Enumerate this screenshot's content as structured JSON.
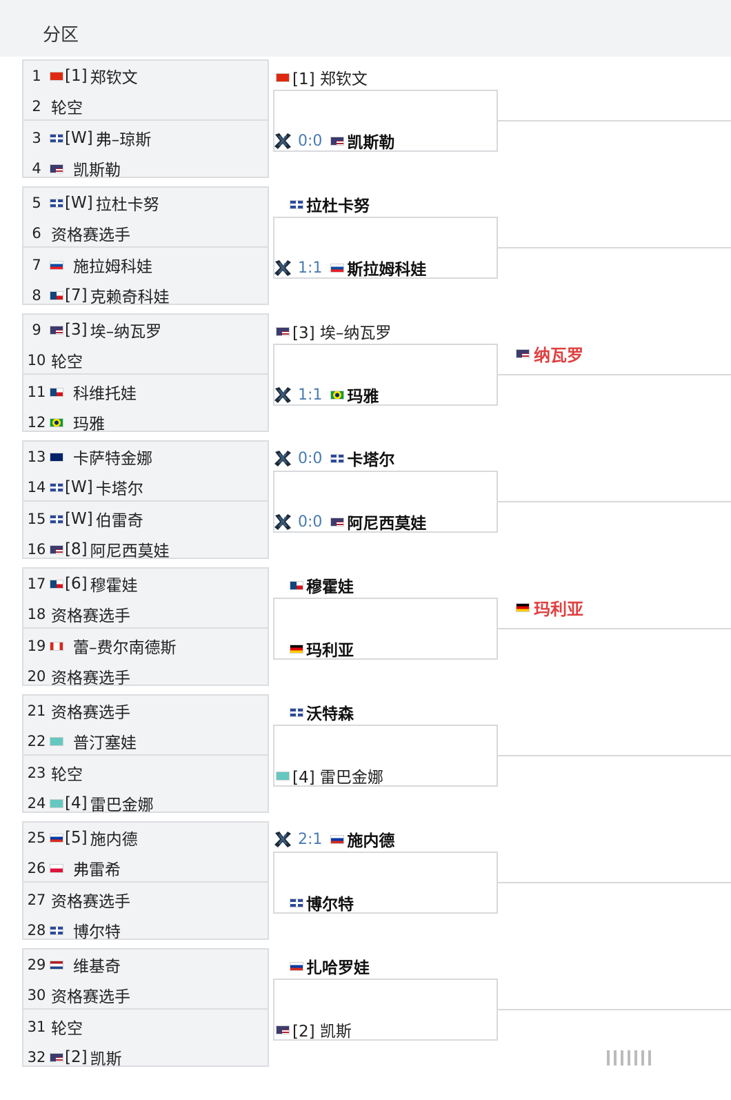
{
  "header": {
    "title": "分区"
  },
  "round1": [
    {
      "num": "1",
      "flag": "cn",
      "seed": "[1]",
      "name": "郑钦文"
    },
    {
      "num": "2",
      "flag": "",
      "seed": "",
      "name": "轮空"
    },
    {
      "num": "3",
      "flag": "gb",
      "seed": "[W]",
      "name": "弗–琼斯"
    },
    {
      "num": "4",
      "flag": "us",
      "seed": "",
      "name": "凯斯勒"
    },
    {
      "num": "5",
      "flag": "gb",
      "seed": "[W]",
      "name": "拉杜卡努"
    },
    {
      "num": "6",
      "flag": "",
      "seed": "",
      "name": "资格赛选手"
    },
    {
      "num": "7",
      "flag": "sk",
      "seed": "",
      "name": "施拉姆科娃"
    },
    {
      "num": "8",
      "flag": "cz",
      "seed": "[7]",
      "name": "克赖奇科娃"
    },
    {
      "num": "9",
      "flag": "us",
      "seed": "[3]",
      "name": "埃–纳瓦罗"
    },
    {
      "num": "10",
      "flag": "",
      "seed": "",
      "name": "轮空"
    },
    {
      "num": "11",
      "flag": "cz",
      "seed": "",
      "name": "科维托娃"
    },
    {
      "num": "12",
      "flag": "br",
      "seed": "",
      "name": "玛雅"
    },
    {
      "num": "13",
      "flag": "au",
      "seed": "",
      "name": "卡萨特金娜"
    },
    {
      "num": "14",
      "flag": "gb",
      "seed": "[W]",
      "name": "卡塔尔"
    },
    {
      "num": "15",
      "flag": "gb",
      "seed": "[W]",
      "name": "伯雷奇"
    },
    {
      "num": "16",
      "flag": "us",
      "seed": "[8]",
      "name": "阿尼西莫娃"
    },
    {
      "num": "17",
      "flag": "cz",
      "seed": "[6]",
      "name": "穆霍娃"
    },
    {
      "num": "18",
      "flag": "",
      "seed": "",
      "name": "资格赛选手"
    },
    {
      "num": "19",
      "flag": "ca",
      "seed": "",
      "name": "蕾–费尔南德斯"
    },
    {
      "num": "20",
      "flag": "",
      "seed": "",
      "name": "资格赛选手"
    },
    {
      "num": "21",
      "flag": "",
      "seed": "",
      "name": "资格赛选手"
    },
    {
      "num": "22",
      "flag": "kz",
      "seed": "",
      "name": "普汀塞娃"
    },
    {
      "num": "23",
      "flag": "",
      "seed": "",
      "name": "轮空"
    },
    {
      "num": "24",
      "flag": "kz",
      "seed": "[4]",
      "name": "雷巴金娜"
    },
    {
      "num": "25",
      "flag": "ru",
      "seed": "[5]",
      "name": "施内德"
    },
    {
      "num": "26",
      "flag": "pl",
      "seed": "",
      "name": "弗雷希"
    },
    {
      "num": "27",
      "flag": "",
      "seed": "",
      "name": "资格赛选手"
    },
    {
      "num": "28",
      "flag": "gb",
      "seed": "",
      "name": "博尔特"
    },
    {
      "num": "29",
      "flag": "nl",
      "seed": "",
      "name": "维基奇"
    },
    {
      "num": "30",
      "flag": "",
      "seed": "",
      "name": "资格赛选手"
    },
    {
      "num": "31",
      "flag": "",
      "seed": "",
      "name": "轮空"
    },
    {
      "num": "32",
      "flag": "us",
      "seed": "[2]",
      "name": "凯斯"
    }
  ],
  "round2": [
    {
      "icon": false,
      "score": "",
      "flag": "cn",
      "text": "[1] 郑钦文",
      "bold": false
    },
    {
      "icon": true,
      "score": "0:0",
      "flag": "us",
      "text": "凯斯勒",
      "bold": true
    },
    {
      "icon": false,
      "score": "",
      "flag": "gb",
      "text": "拉杜卡努",
      "bold": true
    },
    {
      "icon": true,
      "score": "1:1",
      "flag": "sk",
      "text": "斯拉姆科娃",
      "bold": true
    },
    {
      "icon": false,
      "score": "",
      "flag": "us",
      "text": "[3] 埃–纳瓦罗",
      "bold": false
    },
    {
      "icon": true,
      "score": "1:1",
      "flag": "br",
      "text": "玛雅",
      "bold": true
    },
    {
      "icon": true,
      "score": "0:0",
      "flag": "gb",
      "text": "卡塔尔",
      "bold": true
    },
    {
      "icon": true,
      "score": "0:0",
      "flag": "us",
      "text": "阿尼西莫娃",
      "bold": true
    },
    {
      "icon": false,
      "score": "",
      "flag": "cz",
      "text": "穆霍娃",
      "bold": true
    },
    {
      "icon": false,
      "score": "",
      "flag": "de",
      "text": "玛利亚",
      "bold": true
    },
    {
      "icon": false,
      "score": "",
      "flag": "gb",
      "text": "沃特森",
      "bold": true
    },
    {
      "icon": false,
      "score": "",
      "flag": "kz",
      "text": "[4] 雷巴金娜",
      "bold": false
    },
    {
      "icon": true,
      "score": "2:1",
      "flag": "ru",
      "text": "施内德",
      "bold": true
    },
    {
      "icon": false,
      "score": "",
      "flag": "gb",
      "text": "博尔特",
      "bold": true
    },
    {
      "icon": false,
      "score": "",
      "flag": "ru",
      "text": "扎哈罗娃",
      "bold": true
    },
    {
      "icon": false,
      "score": "",
      "flag": "us",
      "text": "[2] 凯斯",
      "bold": false
    }
  ],
  "round3": [
    {
      "flag": "",
      "text": ""
    },
    {
      "flag": "",
      "text": ""
    },
    {
      "flag": "us",
      "text": "纳瓦罗"
    },
    {
      "flag": "",
      "text": ""
    },
    {
      "flag": "de",
      "text": "玛利亚"
    },
    {
      "flag": "",
      "text": ""
    },
    {
      "flag": "",
      "text": ""
    },
    {
      "flag": "",
      "text": ""
    }
  ],
  "colors": {
    "winner_text": "#e04040",
    "score_text": "#4a7cb0",
    "panel_bg": "#f2f3f5",
    "border": "#dcdde0"
  },
  "icons": {
    "match_icon": "x-crossed-swords-icon"
  }
}
